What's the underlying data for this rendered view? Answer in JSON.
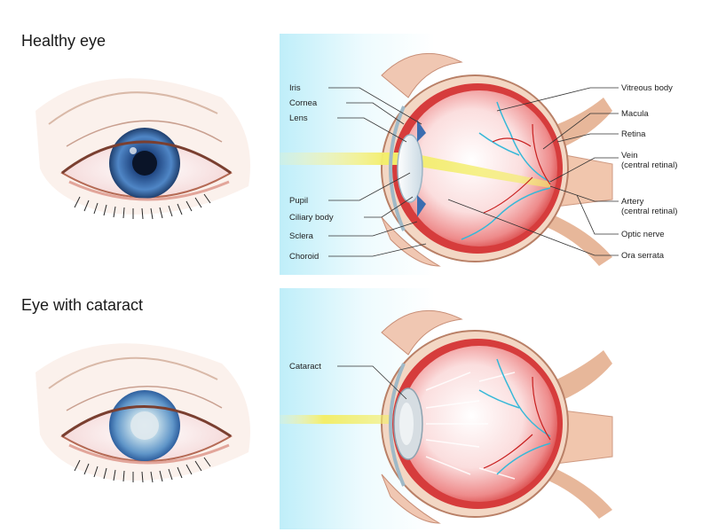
{
  "sections": {
    "healthy": {
      "title": "Healthy eye",
      "labels_left": [
        "Iris",
        "Cornea",
        "Lens",
        "Pupil",
        "Ciliary body",
        "Sclera",
        "Choroid"
      ],
      "labels_right": [
        "Vitreous body",
        "Macula",
        "Retina",
        "Vein",
        "(central retinal)",
        "Artery",
        "(central retinal)",
        "Optic nerve",
        "Ora serrata"
      ]
    },
    "cataract": {
      "title": "Eye with cataract",
      "labels_left": [
        "Cataract"
      ]
    }
  },
  "colors": {
    "panel_bg": "#d9f3fb",
    "sclera_outer": "#e9c2a8",
    "eyeball_red": "#e04848",
    "retina_pink": "#f7c9c9",
    "iris_blue": "#2e5f9e",
    "light_beam": "#f3ee6a",
    "vessel_cyan": "#36b8d8"
  }
}
